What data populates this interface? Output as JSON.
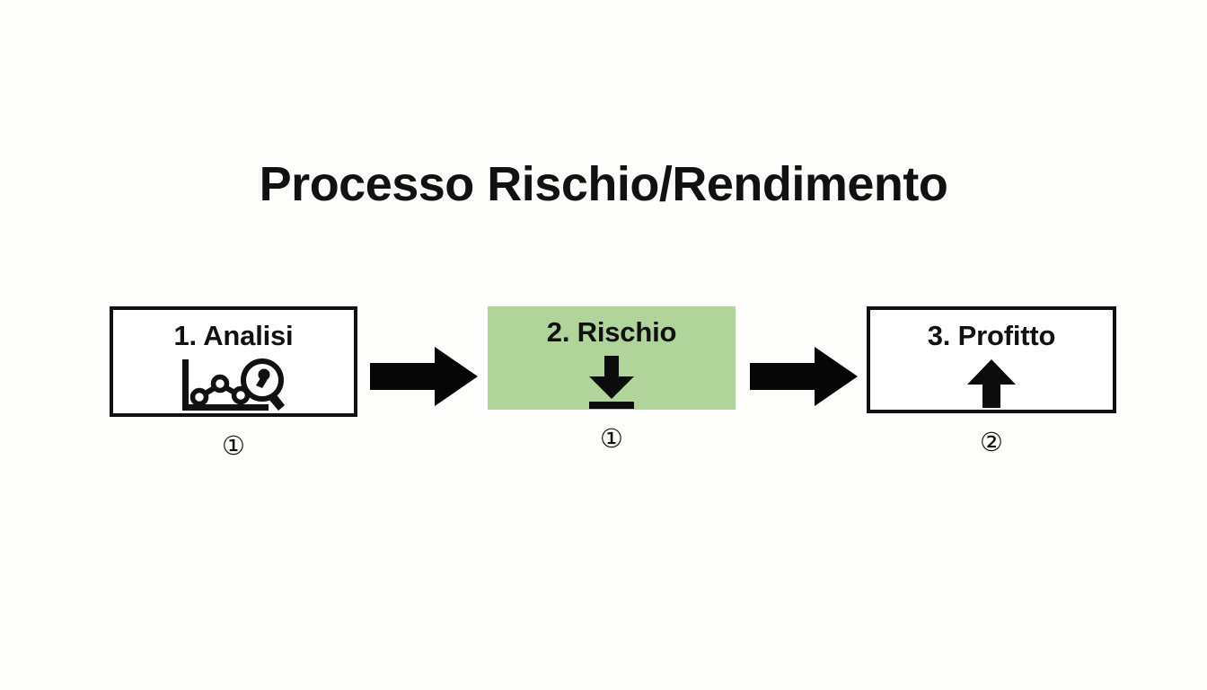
{
  "slide": {
    "title": "Processo Rischio/Rendimento",
    "background_color": "#fdfdfc",
    "text_color": "#111111",
    "highlight_color": "#b0d49a"
  },
  "flow": {
    "steps": [
      {
        "label": "1. Analisi",
        "icon": "chart-magnifier-icon",
        "badge": "①",
        "badge_number": 1,
        "highlighted": false
      },
      {
        "label": "2. Rischio",
        "icon": "download-arrow-icon",
        "badge": "①",
        "badge_number": 1,
        "highlighted": true
      },
      {
        "label": "3. Profitto",
        "icon": "arrow-up-icon",
        "badge": "②",
        "badge_number": 2,
        "highlighted": false
      }
    ],
    "connectors": [
      {
        "icon": "arrow-right-icon"
      },
      {
        "icon": "arrow-right-icon"
      }
    ]
  }
}
